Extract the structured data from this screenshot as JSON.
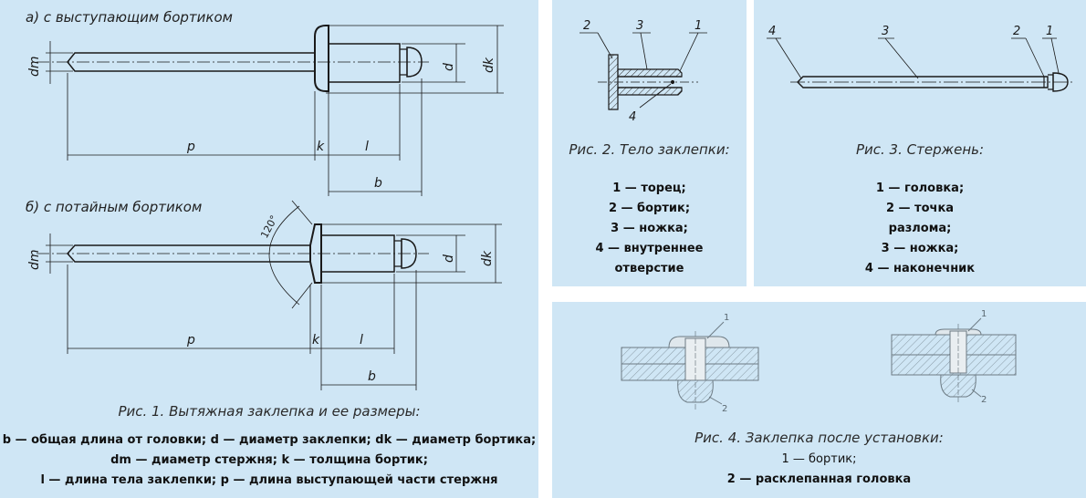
{
  "panel1": {
    "label_a": "а) с выступающим бортиком",
    "label_b": "б) с потайным бортиком",
    "angle": "120°",
    "dims": {
      "dm": "dm",
      "d": "d",
      "dk": "dk",
      "p": "p",
      "k": "k",
      "l": "l",
      "b": "b"
    },
    "caption": "Рис. 1. Вытяжная заклепка и ее размеры:",
    "legend": [
      "b — общая длина от головки; d — диаметр заклепки; dk — диаметр бортика;",
      "dm — диаметр стержня; k — толщина бортик;",
      "l — длина тела заклепки; p — длина выступающей части стержня"
    ]
  },
  "panel2": {
    "callouts": [
      "1",
      "2",
      "3",
      "4"
    ],
    "caption": "Рис. 2. Тело заклепки:",
    "legend": [
      "1 — торец;",
      "2 — бортик;",
      "3 — ножка;",
      "4 — внутреннее",
      "отверстие"
    ]
  },
  "panel3": {
    "callouts": [
      "1",
      "2",
      "3",
      "4"
    ],
    "caption": "Рис. 3. Стержень:",
    "legend": [
      "1 — головка;",
      "2 — точка",
      "разлома;",
      "3 — ножка;",
      "4 — наконечник"
    ]
  },
  "panel4": {
    "callouts": [
      "1",
      "2",
      "1",
      "2"
    ],
    "caption": "Рис. 4. Заклепка после установки:",
    "legend": [
      "1 — бортик;",
      "2 — расклепанная головка"
    ]
  }
}
